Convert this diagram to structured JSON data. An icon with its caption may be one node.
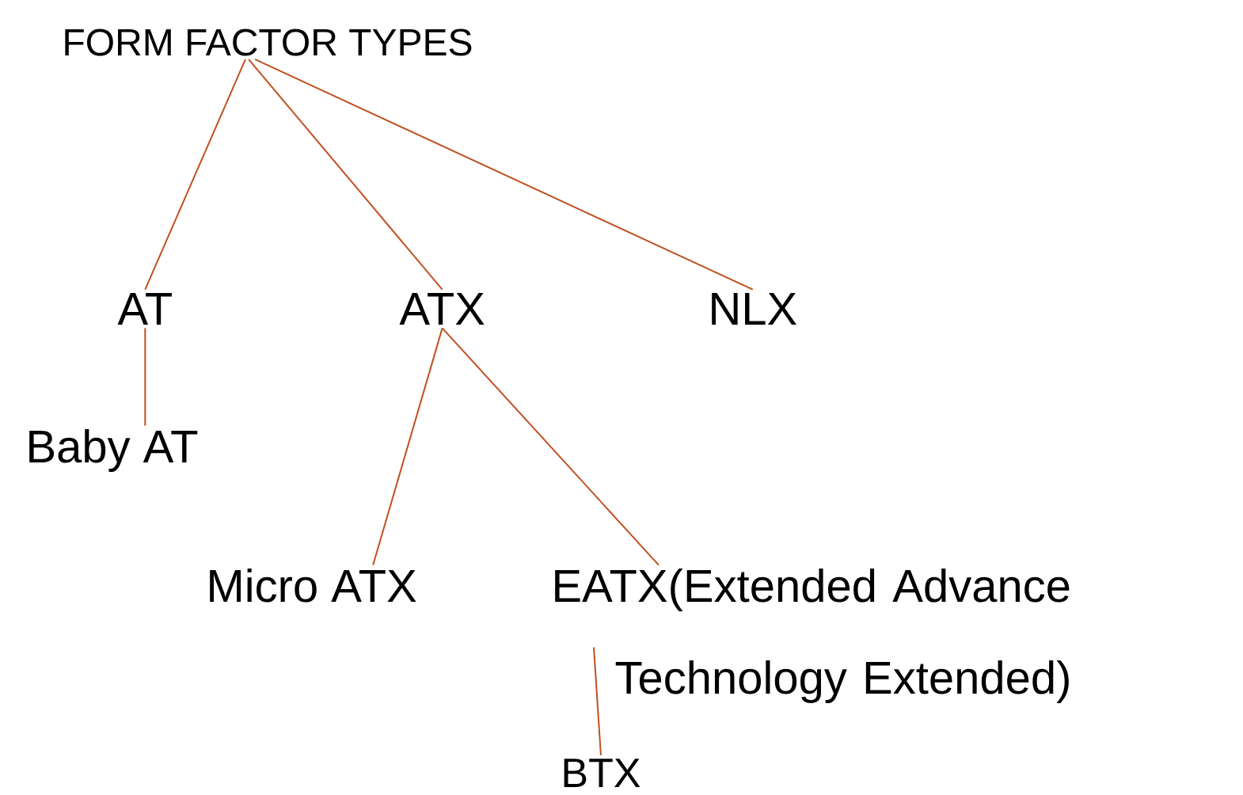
{
  "diagram": {
    "nodes": [
      {
        "text": [
          "FORM FACTOR TYPES"
        ]
      },
      {
        "text": [
          "AT"
        ]
      },
      {
        "text": [
          "ATX"
        ]
      },
      {
        "text": [
          "NLX"
        ]
      },
      {
        "text": [
          "Baby AT"
        ]
      },
      {
        "text": [
          "Micro ATX"
        ]
      },
      {
        "text": [
          "EATX(Extended Advance Technology Extended)"
        ]
      },
      {
        "text": [
          "BTX"
        ]
      }
    ],
    "edges": [
      {
        "from": 0,
        "to": 1,
        "arrow": "none"
      },
      {
        "from": 0,
        "to": 2,
        "arrow": "none"
      },
      {
        "from": 0,
        "to": 3,
        "arrow": "none"
      },
      {
        "from": 1,
        "to": 4,
        "arrow": "none"
      },
      {
        "from": 2,
        "to": 5,
        "arrow": "none"
      },
      {
        "from": 2,
        "to": 6,
        "arrow": "none"
      },
      {
        "from": 6,
        "to": 7,
        "arrow": "none"
      }
    ]
  }
}
